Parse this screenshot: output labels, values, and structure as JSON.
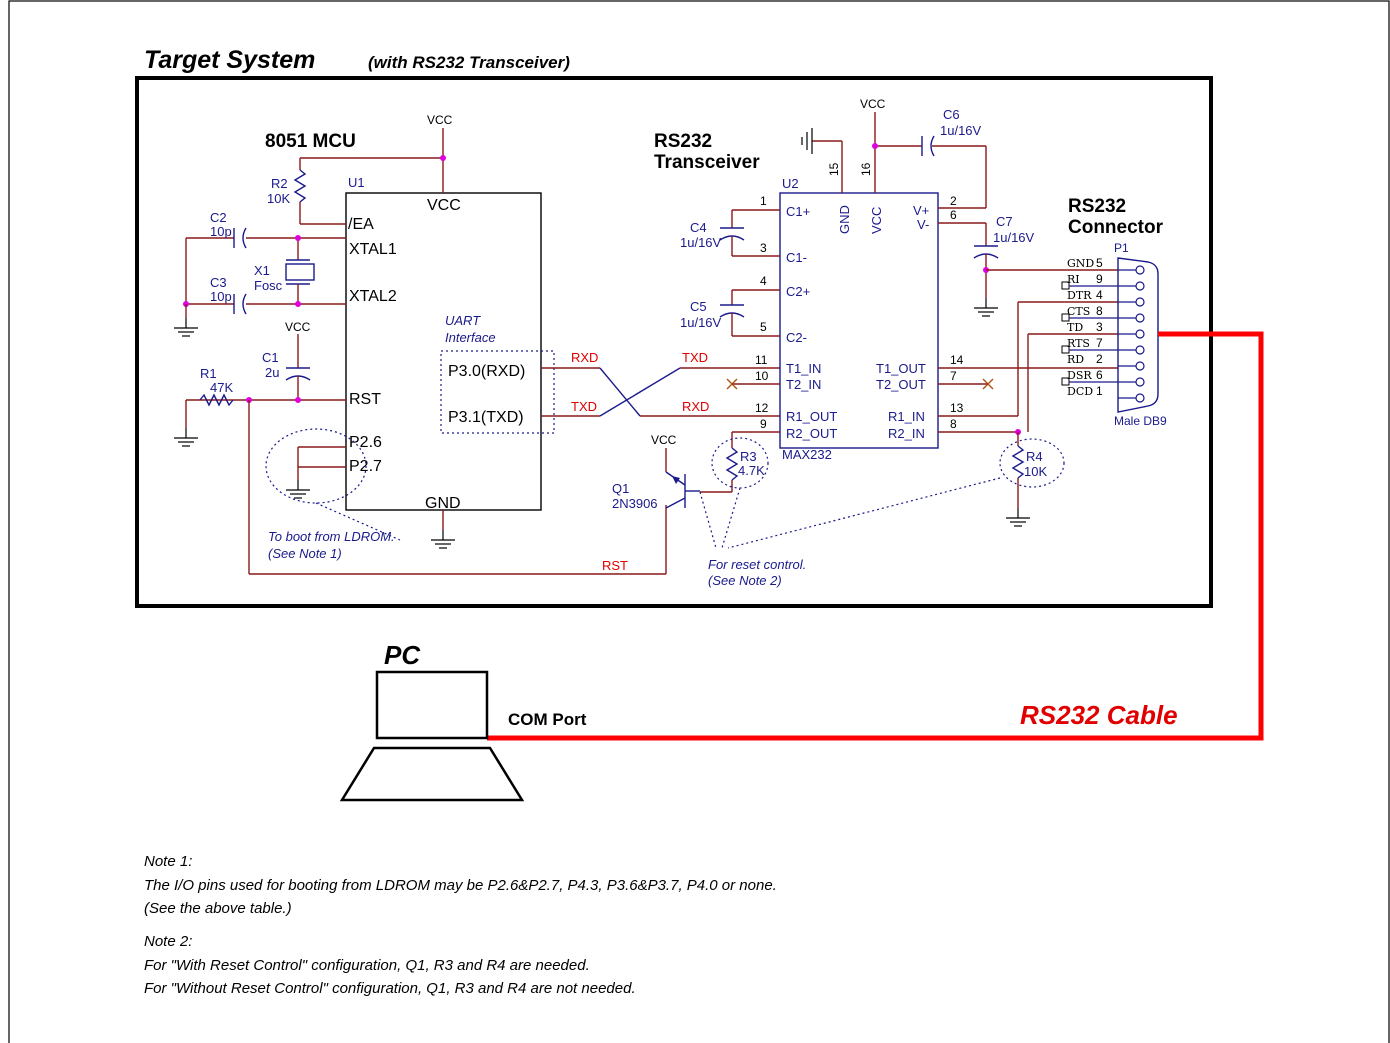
{
  "title": {
    "main": "Target System",
    "sub": "(with RS232 Transceiver)"
  },
  "mcu": {
    "title": "8051 MCU",
    "ref": "U1",
    "pins": {
      "ea": "/EA",
      "xtal1": "XTAL1",
      "xtal2": "XTAL2",
      "rst": "RST",
      "p26": "P2.6",
      "p27": "P2.7",
      "p30": "P3.0(RXD)",
      "p31": "P3.1(TXD)",
      "vcc": "VCC",
      "gnd": "GND"
    },
    "uart_label_1": "UART",
    "uart_label_2": "Interface"
  },
  "power": {
    "vcc": "VCC"
  },
  "parts": {
    "r2": {
      "ref": "R2",
      "value": "10K"
    },
    "c2": {
      "ref": "C2",
      "value": "10p"
    },
    "c3": {
      "ref": "C3",
      "value": "10p"
    },
    "x1": {
      "ref": "X1",
      "value": "Fosc"
    },
    "c1": {
      "ref": "C1",
      "value": "2u"
    },
    "r1": {
      "ref": "R1",
      "value": "47K"
    },
    "c4": {
      "ref": "C4",
      "value": "1u/16V"
    },
    "c5": {
      "ref": "C5",
      "value": "1u/16V"
    },
    "c6": {
      "ref": "C6",
      "value": "1u/16V"
    },
    "c7": {
      "ref": "C7",
      "value": "1u/16V"
    },
    "r3": {
      "ref": "R3",
      "value": "4.7K"
    },
    "r4": {
      "ref": "R4",
      "value": "10K"
    },
    "q1": {
      "ref": "Q1",
      "value": "2N3906"
    }
  },
  "transceiver": {
    "title_1": "RS232",
    "title_2": "Transceiver",
    "ref": "U2",
    "part": "MAX232",
    "pins": {
      "c1p": "C1+",
      "c1m": "C1-",
      "c2p": "C2+",
      "c2m": "C2-",
      "t1in": "T1_IN",
      "t2in": "T2_IN",
      "r1out": "R1_OUT",
      "r2out": "R2_OUT",
      "vp": "V+",
      "vm": "V-",
      "t1out": "T1_OUT",
      "t2out": "T2_OUT",
      "r1in": "R1_IN",
      "r2in": "R2_IN",
      "gnd": "GND",
      "vcc": "VCC"
    },
    "pin_numbers": {
      "p1": "1",
      "p3": "3",
      "p4": "4",
      "p5": "5",
      "p11": "11",
      "p10": "10",
      "p12": "12",
      "p9": "9",
      "p2": "2",
      "p6": "6",
      "p14": "14",
      "p7": "7",
      "p13": "13",
      "p8": "8",
      "p15": "15",
      "p16": "16"
    }
  },
  "connector": {
    "title_1": "RS232",
    "title_2": "Connector",
    "ref": "P1",
    "type": "Male DB9",
    "pins": [
      {
        "name": "GND",
        "num": "5"
      },
      {
        "name": "RI",
        "num": "9"
      },
      {
        "name": "DTR",
        "num": "4"
      },
      {
        "name": "CTS",
        "num": "8"
      },
      {
        "name": "TD",
        "num": "3"
      },
      {
        "name": "RTS",
        "num": "7"
      },
      {
        "name": "RD",
        "num": "2"
      },
      {
        "name": "DSR",
        "num": "6"
      },
      {
        "name": "DCD",
        "num": "1"
      }
    ]
  },
  "nets": {
    "rxd": "RXD",
    "txd": "TXD",
    "rst": "RST"
  },
  "annotations": {
    "boot_1": "To boot from LDROM.",
    "boot_2": "(See Note 1)",
    "reset_1": "For reset control.",
    "reset_2": "(See Note 2)"
  },
  "pc": {
    "label": "PC",
    "port": "COM Port",
    "cable": "RS232 Cable"
  },
  "notes": {
    "n1_title": "Note 1:",
    "n1_line1": "The I/O pins used for booting from LDROM may be P2.6&P2.7, P4.3, P3.6&P3.7, P4.0 or none.",
    "n1_line2": "(See the above table.)",
    "n2_title": "Note 2:",
    "n2_line1": "For \"With Reset Control\" configuration, Q1, R3 and R4 are needed.",
    "n2_line2": "For \"Without Reset Control\" configuration, Q1, R3 and R4 are not needed."
  },
  "colors": {
    "wire": "#8b1a1a",
    "component": "#1a1a8c",
    "net_label": "#e00000",
    "junction": "#e000e0",
    "cable": "#ff0000"
  }
}
